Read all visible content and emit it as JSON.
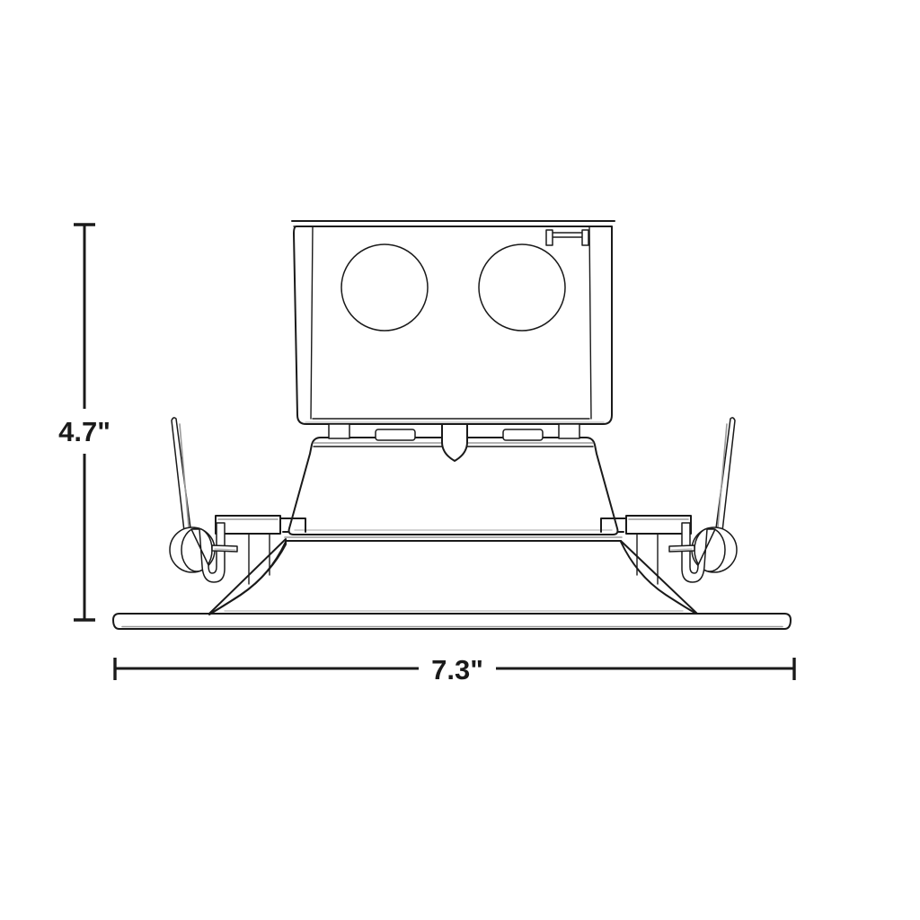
{
  "drawing": {
    "title": "Recessed Downlight Side Elevation",
    "subject": "recessed-can-light-with-junction-box",
    "background_color": "#ffffff",
    "line_color": "#1a1a1a",
    "shade_color": "#8a8a8a",
    "dimensions": {
      "height": {
        "label": "4.7\"",
        "value": 4.7,
        "unit": "inch",
        "orientation": "vertical",
        "position": "left"
      },
      "width": {
        "label": "7.3\"",
        "value": 7.3,
        "unit": "inch",
        "orientation": "horizontal",
        "position": "bottom"
      }
    },
    "components": [
      {
        "name": "junction-box",
        "description": "Rectangular driver housing with two circular knockouts"
      },
      {
        "name": "knockout-left",
        "description": "Circular conduit knockout, left"
      },
      {
        "name": "knockout-right",
        "description": "Circular conduit knockout, right"
      },
      {
        "name": "top-bracket-clip",
        "description": "Small retaining bracket at upper right of junction box"
      },
      {
        "name": "upper-housing",
        "description": "Trapezoidal transition body below junction box"
      },
      {
        "name": "center-tab",
        "description": "Pointed locating tab at housing center"
      },
      {
        "name": "slot-left",
        "description": "Rectangular slot left of center tab"
      },
      {
        "name": "slot-right",
        "description": "Rectangular slot right of center tab"
      },
      {
        "name": "reflector-cone",
        "description": "Flared reflector cone from housing to trim flange"
      },
      {
        "name": "torsion-spring-left",
        "description": "Left torsion spring mounting clip"
      },
      {
        "name": "torsion-spring-right",
        "description": "Right torsion spring mounting clip"
      },
      {
        "name": "clip-bracket-left",
        "description": "Left spring mount bracket"
      },
      {
        "name": "clip-bracket-right",
        "description": "Right spring mount bracket"
      },
      {
        "name": "trim-flange",
        "description": "Flat round ceiling trim flange at base"
      }
    ]
  }
}
